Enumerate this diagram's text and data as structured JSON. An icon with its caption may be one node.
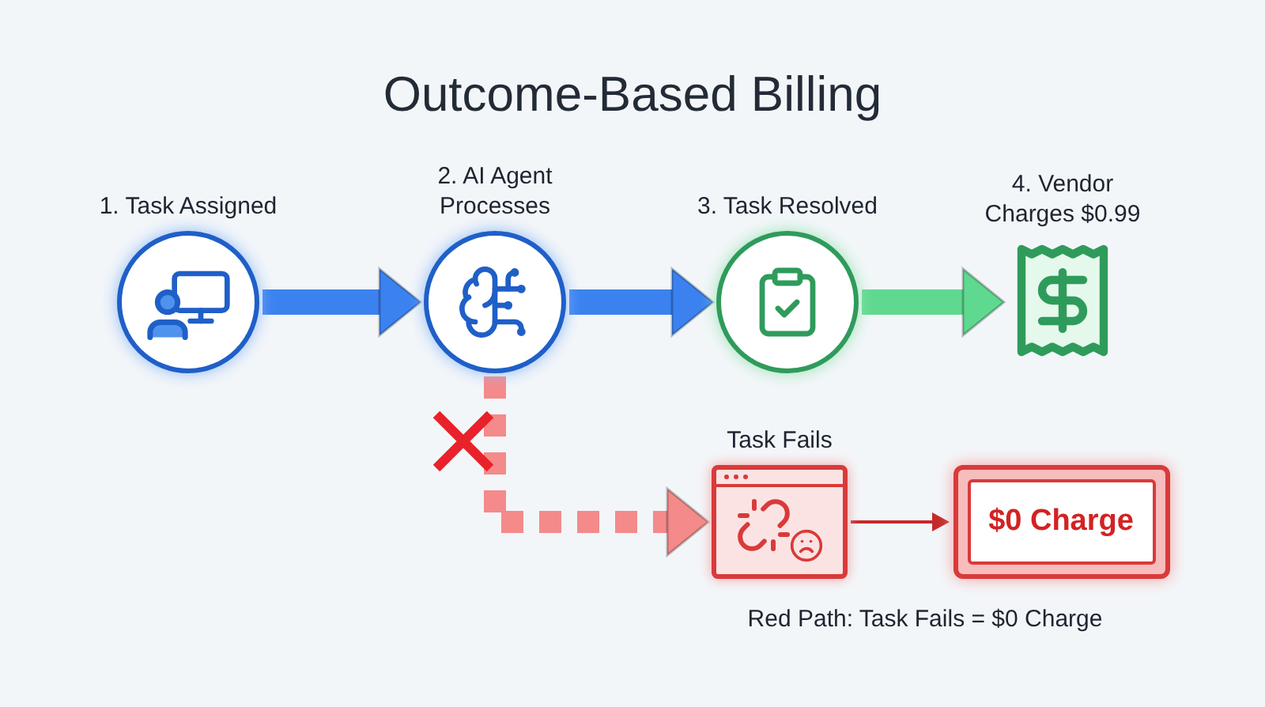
{
  "diagram": {
    "title": "Outcome-Based Billing",
    "nodes": [
      {
        "text": [
          "1. Task Assigned"
        ]
      },
      {
        "text": [
          "2. AI Agent Processes"
        ]
      },
      {
        "text": [
          "3. Task Resolved"
        ]
      },
      {
        "text": [
          "4. Vendor Charges $0.99"
        ]
      },
      {
        "text": [
          "Task Fails"
        ]
      },
      {
        "text": [
          "$0 Charge"
        ]
      }
    ],
    "edges": [
      {
        "from": 0,
        "to": 1,
        "arrow": "to",
        "color": "#3b82f0"
      },
      {
        "from": 1,
        "to": 2,
        "arrow": "to",
        "color": "#3b82f0"
      },
      {
        "from": 2,
        "to": 3,
        "arrow": "to",
        "color": "#5fd98f"
      },
      {
        "from": 1,
        "to": 4,
        "arrow": "to",
        "style": "dashed",
        "color": "#f48a8a"
      },
      {
        "from": 4,
        "to": 5,
        "arrow": "to",
        "color": "#c42a2a"
      }
    ],
    "labels": [
      "Red Path: Task Fails = $0 Charge"
    ]
  }
}
